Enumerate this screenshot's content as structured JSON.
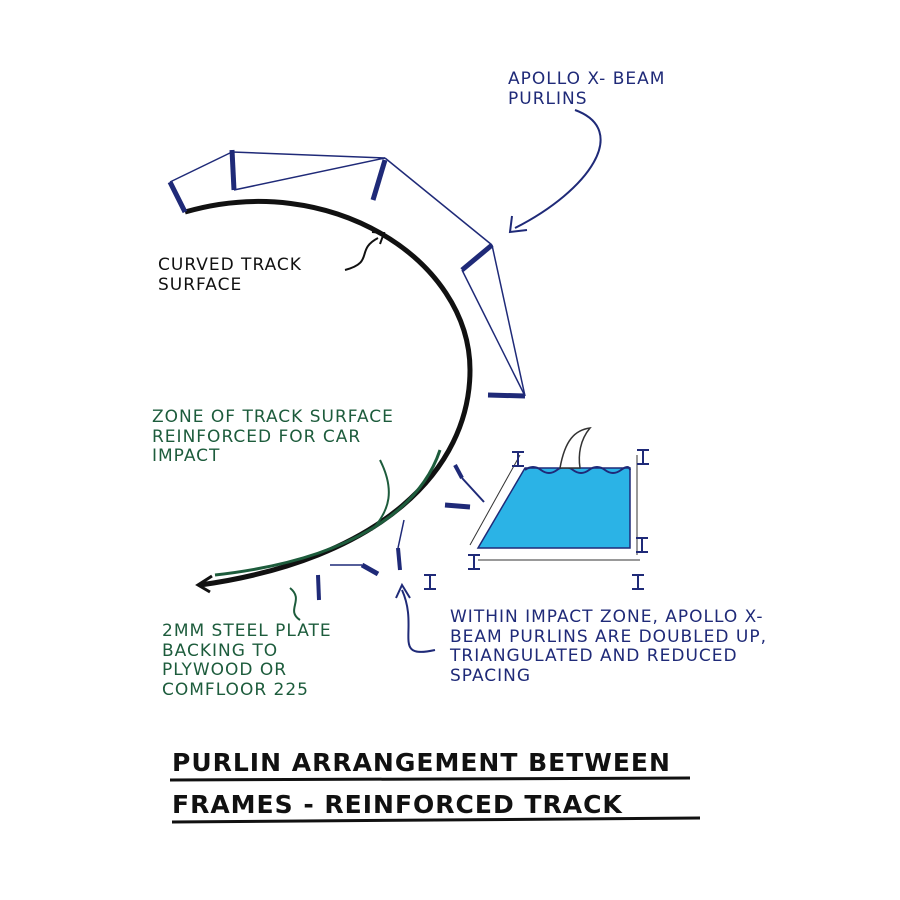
{
  "labels": {
    "purlins": "Apollo X- Beam Purlins",
    "curved_track": "Curved Track Surface",
    "zone": "Zone of Track Surface Reinforced for Car Impact",
    "steel_plate": "2mm Steel Plate Backing to Plywood or Comfloor 225",
    "impact_zone": "Within Impact Zone, Apollo X-Beam Purlins are Doubled Up, Triangulated and Reduced Spacing",
    "i_marker": "I"
  },
  "title": {
    "line1": "PURLIN ARRANGEMENT BETWEEN",
    "line2": "FRAMES - REINFORCED TRACK"
  },
  "colors": {
    "ink_blue": "#1f2a78",
    "ink_green": "#1d5c3c",
    "ink_black": "#111111",
    "pool_blue": "#2bb3e6"
  }
}
